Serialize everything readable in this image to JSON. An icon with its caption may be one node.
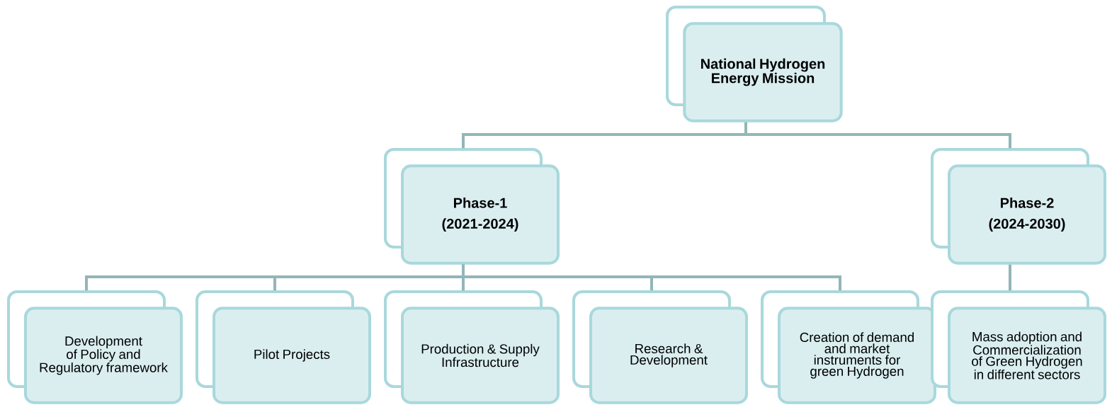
{
  "diagram": {
    "nodes": [
      {
        "text": [
          "National Hydrogen Energy Mission"
        ]
      },
      {
        "text": [
          "Phase-1",
          "(2021-2024)"
        ]
      },
      {
        "text": [
          "Phase-2",
          "(2024-2030)"
        ]
      },
      {
        "text": [
          "Development of Policy and Regulatory framework"
        ]
      },
      {
        "text": [
          "Pilot Projects"
        ]
      },
      {
        "text": [
          "Production & Supply Infrastructure"
        ]
      },
      {
        "text": [
          "Research & Development"
        ]
      },
      {
        "text": [
          "Creation of demand and market instruments for green Hydrogen"
        ]
      },
      {
        "text": [
          "Mass adoption and Commercialization of Green Hydrogen in different sectors"
        ]
      }
    ],
    "edges": [
      {
        "from": 0,
        "to": 1,
        "arrow": "none"
      },
      {
        "from": 0,
        "to": 2,
        "arrow": "none"
      },
      {
        "from": 1,
        "to": 3,
        "arrow": "none"
      },
      {
        "from": 1,
        "to": 4,
        "arrow": "none"
      },
      {
        "from": 1,
        "to": 5,
        "arrow": "none"
      },
      {
        "from": 1,
        "to": 6,
        "arrow": "none"
      },
      {
        "from": 1,
        "to": 7,
        "arrow": "none"
      },
      {
        "from": 2,
        "to": 8,
        "arrow": "none"
      }
    ]
  }
}
